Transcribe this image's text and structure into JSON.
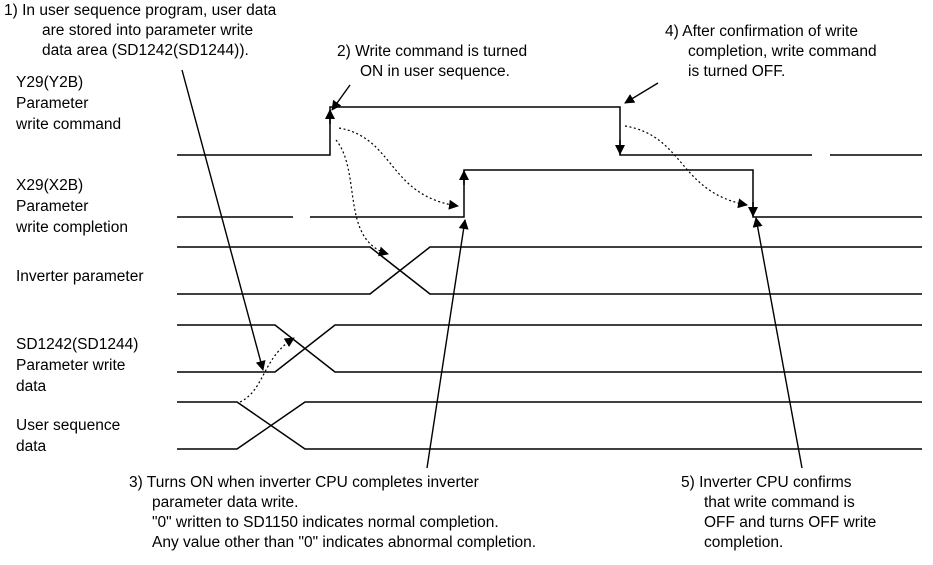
{
  "signals": {
    "y29": [
      "Y29(Y2B)",
      "Parameter",
      "write command"
    ],
    "x29": [
      "X29(X2B)",
      "Parameter",
      "write completion"
    ],
    "inverter_parameter": [
      "Inverter parameter"
    ],
    "sd1242": [
      "SD1242(SD1244)",
      "Parameter write",
      "data"
    ],
    "user_sequence": [
      "User sequence",
      "data"
    ]
  },
  "annotations": {
    "note1": [
      "1) In user sequence program, user data",
      "are stored into parameter write",
      "data area (SD1242(SD1244))."
    ],
    "note2": [
      "2) Write command is turned",
      "ON in user sequence."
    ],
    "note3": [
      "3) Turns ON when inverter CPU completes inverter",
      "parameter data write.",
      "\"0\" written to SD1150 indicates normal completion.",
      "Any value other than \"0\" indicates abnormal completion."
    ],
    "note4": [
      "4) After confirmation of write",
      "completion, write command",
      "is turned OFF."
    ],
    "note5": [
      "5) Inverter CPU confirms",
      "that write command is",
      "OFF and turns OFF write",
      "completion."
    ]
  }
}
